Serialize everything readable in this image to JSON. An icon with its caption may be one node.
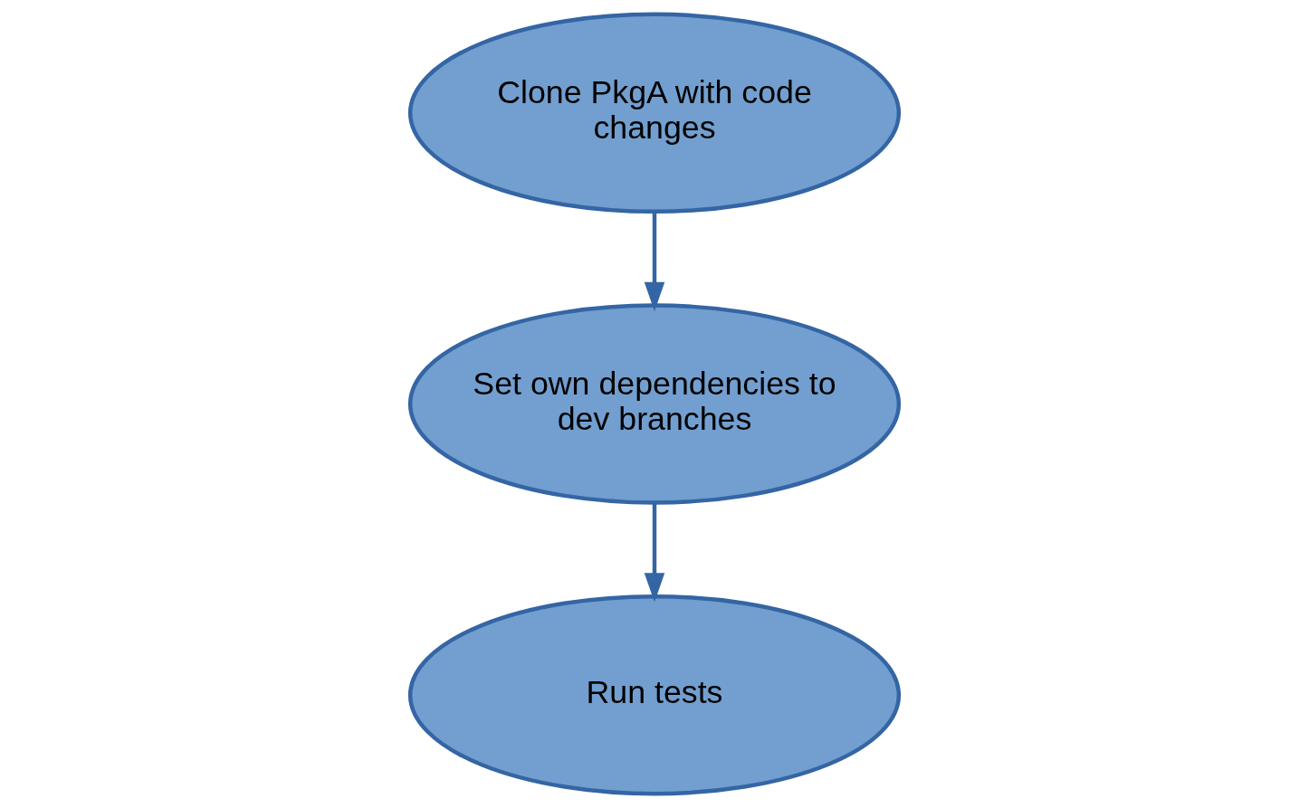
{
  "diagram": {
    "nodes": [
      {
        "text": [
          "Clone PkgA with code changes"
        ]
      },
      {
        "text": [
          "Set own dependencies to dev branches"
        ]
      },
      {
        "text": [
          "Run tests"
        ]
      }
    ],
    "edges": [
      {
        "from": 0,
        "to": 1,
        "arrow": "to"
      },
      {
        "from": 1,
        "to": 2,
        "arrow": "to"
      }
    ]
  }
}
